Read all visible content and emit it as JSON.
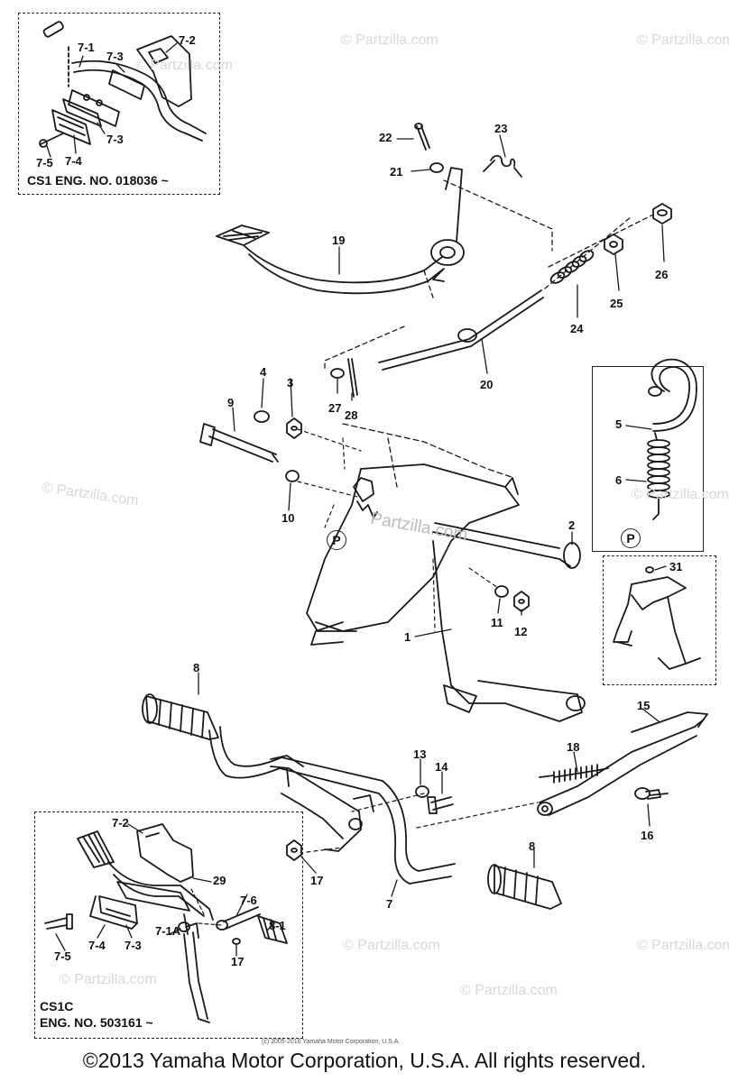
{
  "watermarks": [
    "© Partzilla.com",
    "© Partzilla.com",
    "© Partzilla.com",
    "© Partzilla.com",
    "© Partzilla.com",
    "© Partzilla.com",
    "© Partzilla.com",
    "© Partzilla.com",
    "© Partzilla.com"
  ],
  "center_watermark": "Partzilla.com",
  "inset_top": {
    "engine_note": "CS1  ENG. NO. 018036 ~"
  },
  "inset_bottom": {
    "model": "CS1C",
    "engine_note": "ENG. NO. 503161 ~"
  },
  "circle_p_label": "P",
  "small_copyright": "(c) 2005-2016 Yamaha Motor Corporation, U.S.A.",
  "footer": "©2013 Yamaha Motor Corporation, U.S.A. All rights reserved.",
  "callouts": {
    "c7_1": "7-1",
    "c7_2": "7-2",
    "c7_3a": "7-3",
    "c7_3b": "7-3",
    "c7_4": "7-4",
    "c7_5": "7-5",
    "c22": "22",
    "c23": "23",
    "c21": "21",
    "c19": "19",
    "c26": "26",
    "c25": "25",
    "c24": "24",
    "c20": "20",
    "c4": "4",
    "c3": "3",
    "c27": "27",
    "c28": "28",
    "c9": "9",
    "c10": "10",
    "c5": "5",
    "c6": "6",
    "c2": "2",
    "c11": "11",
    "c12": "12",
    "c1": "1",
    "c31": "31",
    "c8a": "8",
    "c15": "15",
    "c18": "18",
    "c13": "13",
    "c14": "14",
    "c16": "16",
    "c17": "17",
    "c7": "7",
    "c8b": "8",
    "b7_2": "7-2",
    "b29": "29",
    "b7_6": "7-6",
    "b8_1": "8-1",
    "b7_5": "7-5",
    "b7_4": "7-4",
    "b7_3": "7-3",
    "b7_1A": "7-1A",
    "b17": "17"
  }
}
